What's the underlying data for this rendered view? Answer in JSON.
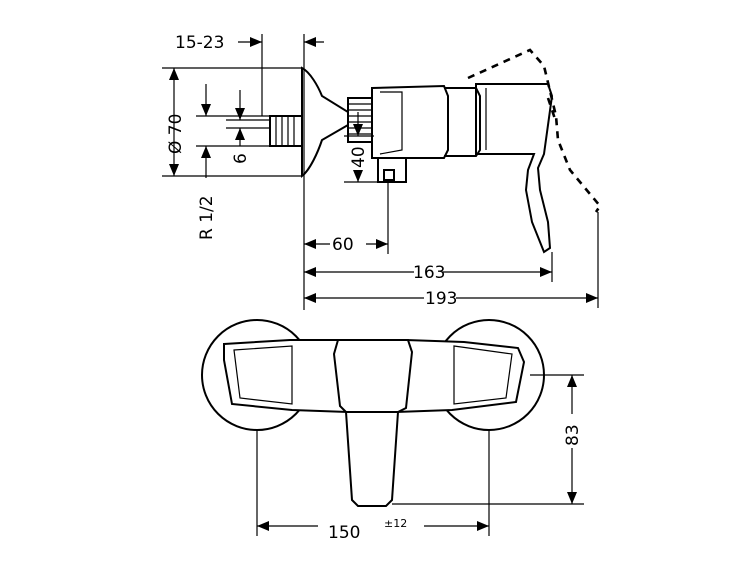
{
  "labels": {
    "dim_15_23": "15-23",
    "dim_diameter_70": "Ø 70",
    "dim_6": "6",
    "dim_r12": "R 1/2",
    "dim_40": "40",
    "dim_60": "60",
    "dim_163": "163",
    "dim_193": "193",
    "dim_83": "83",
    "dim_150": "150",
    "dim_150_tol": "±12"
  }
}
